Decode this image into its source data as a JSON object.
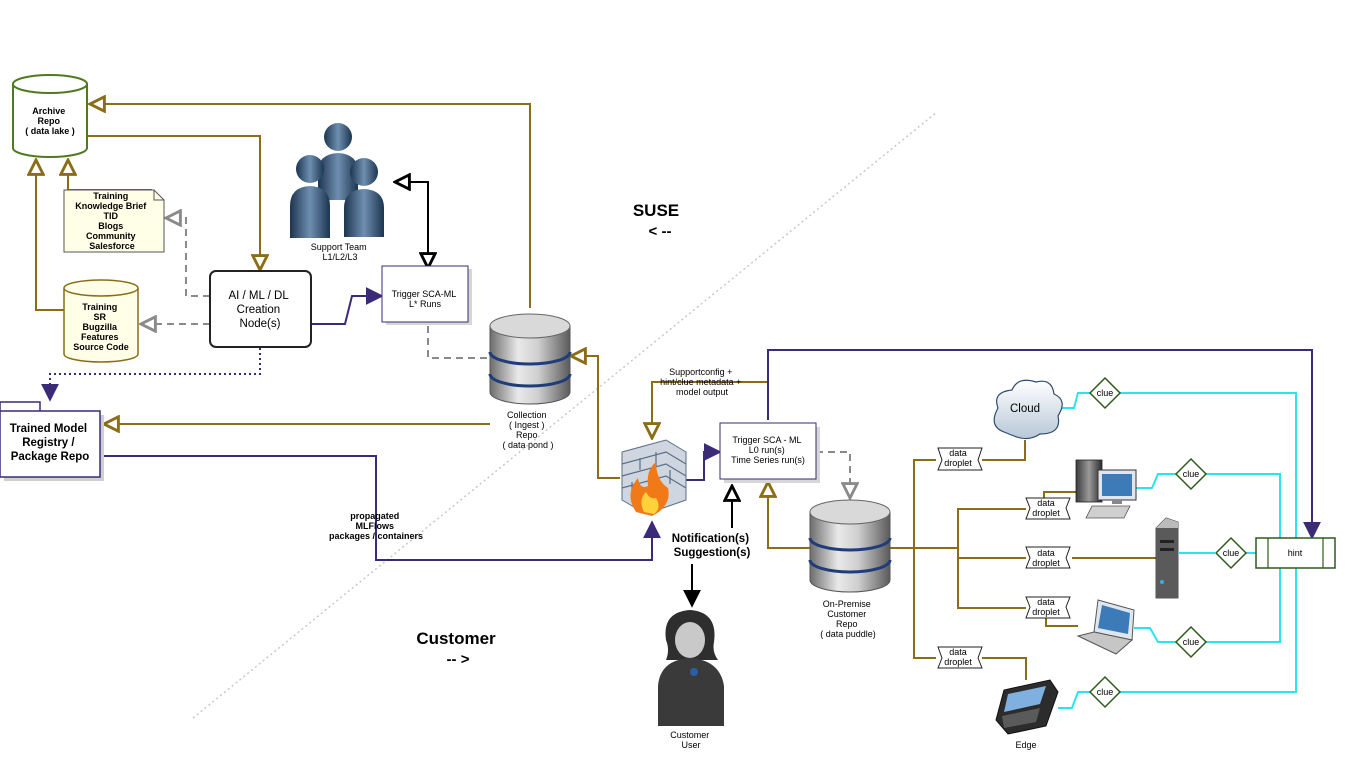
{
  "boundary": {
    "suse_label": "SUSE",
    "suse_arrow": "< --",
    "customer_label": "Customer",
    "customer_arrow": "-- >",
    "suse_color": "#3c7a1e",
    "customer_color": "#777777"
  },
  "nodes": {
    "archive_repo": [
      "Archive",
      "Repo",
      "( data lake )"
    ],
    "training_docs": [
      "Training",
      "Knowledge Brief",
      "TID",
      "Blogs",
      "Community",
      "Salesforce"
    ],
    "training_sources": [
      "Training",
      "SR",
      "Bugzilla",
      "Features",
      "Source Code"
    ],
    "ai_ml_node": [
      "AI / ML / DL",
      "Creation",
      "Node(s)"
    ],
    "support_team": [
      "Support Team",
      "L1/L2/L3"
    ],
    "trigger_lstar": [
      "Trigger SCA-ML",
      "L* Runs"
    ],
    "collection_repo": [
      "Collection",
      "( Ingest )",
      "Repo",
      "( data pond )"
    ],
    "model_registry": [
      "Trained Model",
      "Registry /",
      "Package Repo"
    ],
    "propagated": [
      "propagated",
      "MLFlows",
      "packages / containers"
    ],
    "supportconfig": [
      "Supportconfig +",
      "hint/clue metadata +",
      "model output"
    ],
    "trigger_l0": [
      "Trigger SCA - ML",
      "L0 run(s)",
      "Time Series run(s)"
    ],
    "notification": [
      "Notification(s)",
      "Suggestion(s)"
    ],
    "customer_user": [
      "Customer",
      "User"
    ],
    "onprem_repo": [
      "On-Premise",
      "Customer",
      "Repo",
      "( data puddle)"
    ],
    "cloud": "Cloud",
    "hint": "hint",
    "edge_device": "Edge",
    "data_droplet": [
      "data",
      "droplet"
    ],
    "clue": "clue"
  },
  "colors": {
    "gold": "#8a6d14",
    "purple": "#3a2a78",
    "cyan": "#2be3ea",
    "archive_green": "#4f7a1f"
  }
}
